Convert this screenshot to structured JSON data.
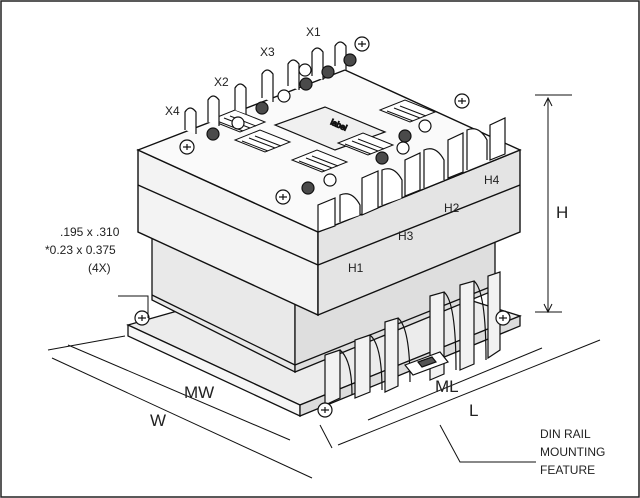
{
  "diagram": {
    "terminals": {
      "x1": "X1",
      "x2": "X2",
      "x3": "X3",
      "x4": "X4",
      "h1": "H1",
      "h2": "H2",
      "h3": "H3",
      "h4": "H4"
    },
    "top_label": "label",
    "dimensions": {
      "height": "H",
      "length": "L",
      "width": "W",
      "mounting_width": "MW",
      "mounting_length": "ML"
    },
    "slot_note": {
      "line1": ".195 x .310",
      "line2": "*0.23 x 0.375",
      "line3": "(4X)"
    },
    "din_note": {
      "line1": "DIN RAIL",
      "line2": "MOUNTING",
      "line3": "FEATURE"
    },
    "colors": {
      "outline": "#111111",
      "shading": "#e6e6e6",
      "face": "#ffffff",
      "terminal_dark": "#4a4a4a"
    }
  }
}
